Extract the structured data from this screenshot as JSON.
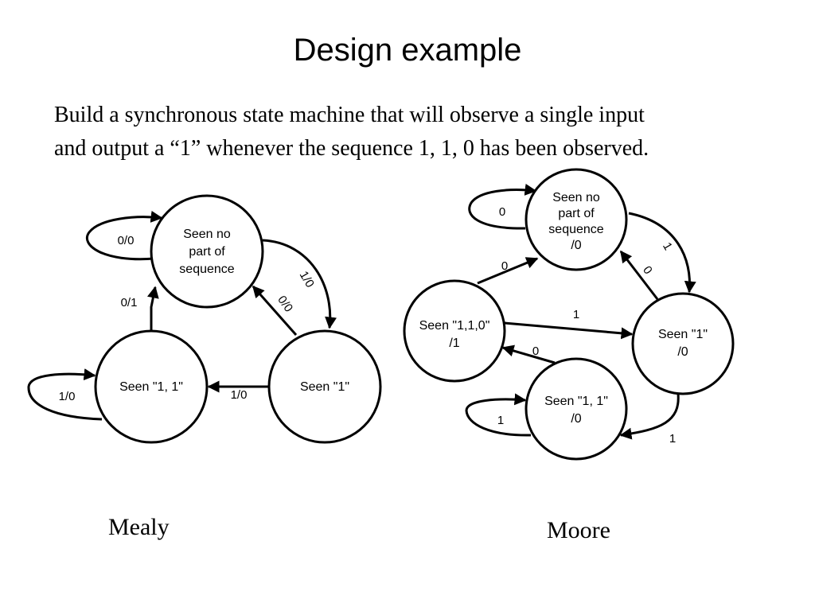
{
  "slide": {
    "title": "Design example",
    "body_line_1": "Build a synchronous state machine that will observe a single input",
    "body_line_2": "and output a “1” whenever the sequence 1, 1, 0 has been observed."
  },
  "mealy": {
    "caption": "Mealy",
    "states": {
      "none": [
        "Seen no",
        "part of",
        "sequence"
      ],
      "one": [
        "Seen \"1\""
      ],
      "oneone": [
        "Seen \"1, 1\""
      ]
    },
    "edge_labels": {
      "none_self": "0/0",
      "none_to_one": "1/0",
      "one_to_none": "0/0",
      "one_to_oneone": "1/0",
      "oneone_self": "1/0",
      "oneone_to_none": "0/1"
    }
  },
  "moore": {
    "caption": "Moore",
    "states": {
      "none": [
        "Seen no",
        "part of",
        "sequence",
        "/0"
      ],
      "one": [
        "Seen \"1\"",
        "/0"
      ],
      "oneone": [
        "Seen \"1, 1\"",
        "/0"
      ],
      "oneonezero": [
        "Seen \"1,1,0\"",
        "/1"
      ]
    },
    "edge_labels": {
      "none_self": "0",
      "none_to_one": "1",
      "one_to_none": "0",
      "one_to_oneone": "1",
      "oneone_self": "1",
      "oneone_to_oneonezero": "0",
      "oneonezero_to_none": "0",
      "oneonezero_to_one": "1"
    }
  }
}
